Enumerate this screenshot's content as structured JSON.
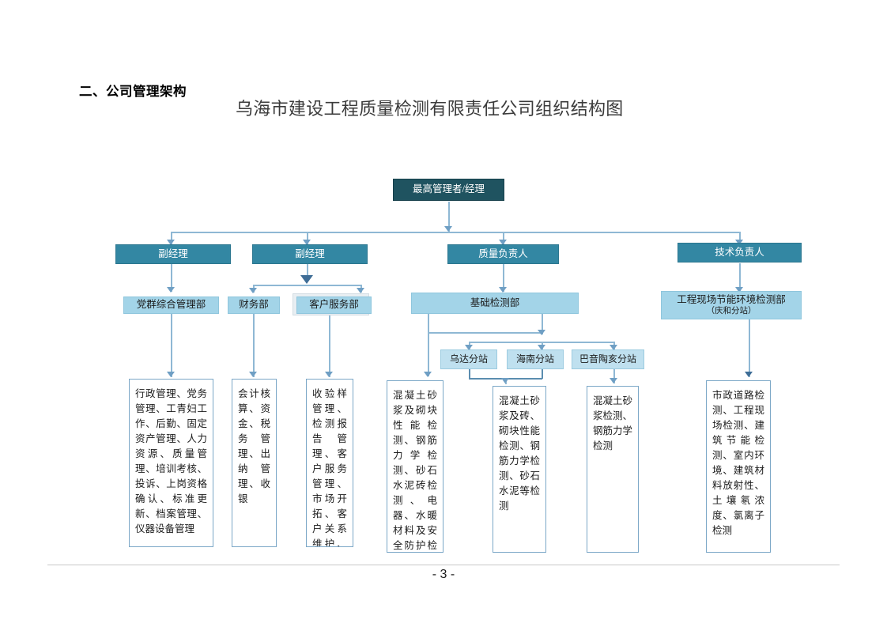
{
  "document": {
    "section_heading": "二、公司管理架构",
    "chart_title": "乌海市建设工程质量检测有限责任公司组织结构图",
    "page_number": "- 3 -"
  },
  "colors": {
    "top_box": "#1f5360",
    "exec_box": "#3387a3",
    "dept_box": "#a3d4e8",
    "substation_box": "#bfe0ef",
    "leaf_border": "#7ba7c7",
    "connector": "#8fb8d4",
    "title_text": "#3b3b3b"
  },
  "org_chart": {
    "type": "organization-chart",
    "levels": [
      {
        "level": 1,
        "nodes": [
          {
            "id": "top",
            "label": "最高管理者/经理"
          }
        ]
      },
      {
        "level": 2,
        "nodes": [
          {
            "id": "vp1",
            "label": "副经理"
          },
          {
            "id": "vp2",
            "label": "副经理"
          },
          {
            "id": "quality",
            "label": "质量负责人"
          },
          {
            "id": "tech",
            "label": "技术负责人"
          }
        ]
      },
      {
        "level": 3,
        "nodes": [
          {
            "id": "party",
            "label": "党群综合管理部"
          },
          {
            "id": "finance",
            "label": "财务部"
          },
          {
            "id": "customer",
            "label": "客户服务部"
          },
          {
            "id": "basic",
            "label": "基础检测部"
          },
          {
            "id": "field",
            "label": "工程现场节能环境检测部",
            "sublabel": "（庆和分站）"
          }
        ]
      },
      {
        "level": 4,
        "nodes": [
          {
            "id": "wuda",
            "label": "乌达分站"
          },
          {
            "id": "hainan",
            "label": "海南分站"
          },
          {
            "id": "bayintaohai",
            "label": "巴音陶亥分站"
          }
        ]
      }
    ],
    "detail_boxes": [
      {
        "id": "detail-party",
        "parent": "party",
        "text": "行政管理、党务管理、工青妇工作、后勤、固定资产管理、人力资源、质量管理、培训考核、投诉、上岗资格确认、标准更新、档案管理、仪器设备管理"
      },
      {
        "id": "detail-finance",
        "parent": "finance",
        "text": "会计核算、资金、税务管理、出纳管理、收银"
      },
      {
        "id": "detail-customer",
        "parent": "customer",
        "text": "收验样管理、检测报告管理、客户服务管理、市场开拓、客户关系维护、市场投标管理"
      },
      {
        "id": "detail-basic",
        "parent": "basic",
        "text": "混凝土砂浆及砌块性能检测、钢筋力学检测、砂石水泥砖检测、电器、水暖材料及安全防护检测、掺和料检测"
      },
      {
        "id": "detail-wuda-hainan",
        "parent": "wuda",
        "text": "混凝土砂浆及砖、砌块性能检测、钢筋力学检测、砂石水泥等检测"
      },
      {
        "id": "detail-bayintaohai",
        "parent": "bayintaohai",
        "text": "混凝土砂浆检测、钢筋力学检测"
      },
      {
        "id": "detail-field",
        "parent": "field",
        "text": "市政道路检测、工程现场检测、建筑节能检测、室内环境、建筑材料放射性、土壤氡浓度、氯离子检测"
      }
    ]
  }
}
